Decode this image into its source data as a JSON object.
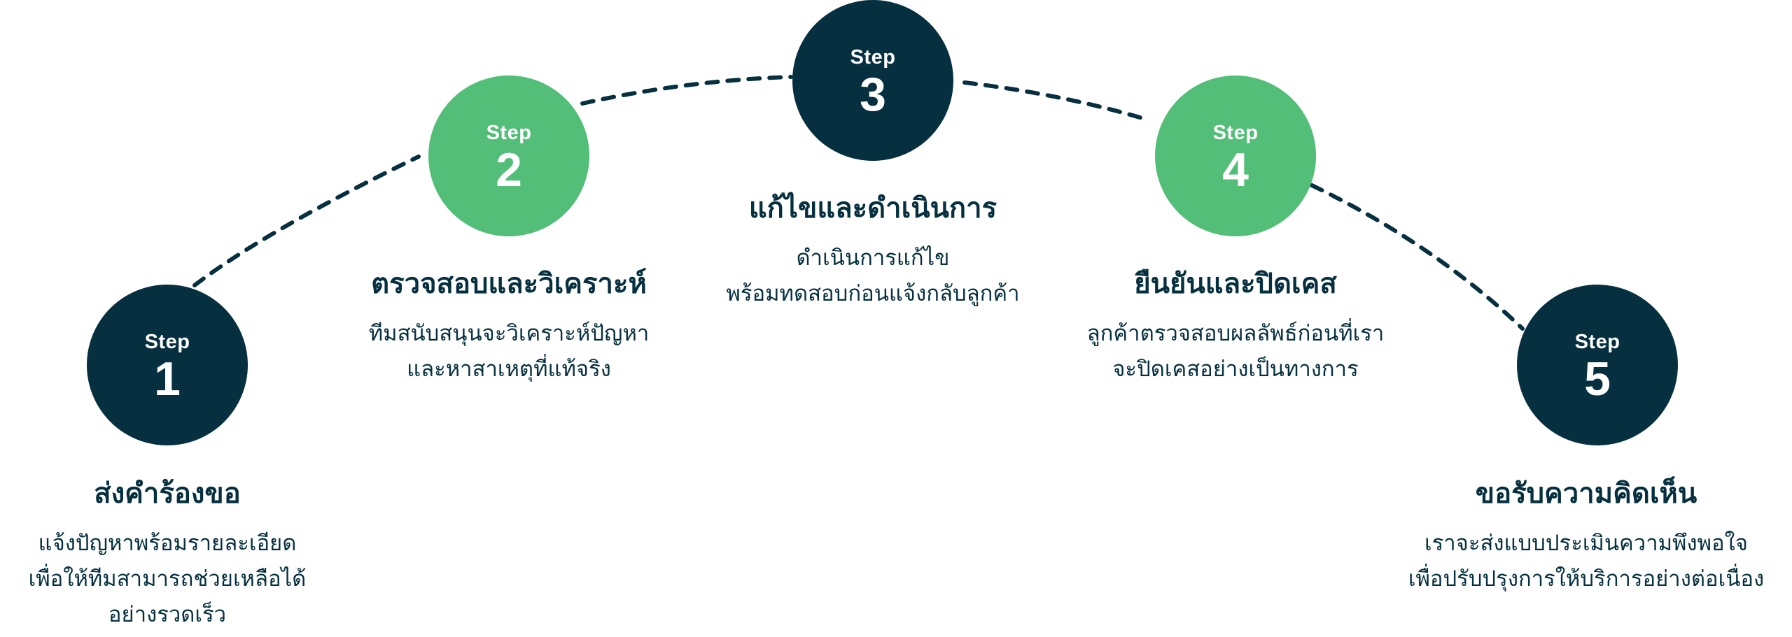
{
  "steps": [
    {
      "step_label": "Step",
      "number": "1",
      "title": "ส่งคำร้องขอ",
      "description": [
        "แจ้งปัญหาพร้อมรายละเอียด",
        "เพื่อให้ทีมสามารถช่วยเหลือได้",
        "อย่างรวดเร็ว"
      ],
      "color": "#06303f"
    },
    {
      "step_label": "Step",
      "number": "2",
      "title": "ตรวจสอบและวิเคราะห์",
      "description": [
        "ทีมสนับสนุนจะวิเคราะห์ปัญหา",
        "และหาสาเหตุที่แท้จริง"
      ],
      "color": "#52be78"
    },
    {
      "step_label": "Step",
      "number": "3",
      "title": "แก้ไขและดำเนินการ",
      "description": [
        "ดำเนินการแก้ไข",
        "พร้อมทดสอบก่อนแจ้งกลับลูกค้า"
      ],
      "color": "#06303f"
    },
    {
      "step_label": "Step",
      "number": "4",
      "title": "ยืนยันและปิดเคส",
      "description": [
        "ลูกค้าตรวจสอบผลลัพธ์ก่อนที่เรา",
        "จะปิดเคสอย่างเป็นทางการ"
      ],
      "color": "#52be78"
    },
    {
      "step_label": "Step",
      "number": "5",
      "title": "ขอรับความคิดเห็น",
      "description": [
        "เราจะส่งแบบประเมินความพึงพอใจ",
        "เพื่อปรับปรุงการให้บริการอย่างต่อเนื่อง"
      ],
      "color": "#06303f"
    }
  ],
  "colors": {
    "dark": "#06303f",
    "green": "#52be78",
    "connector": "#06303f"
  }
}
